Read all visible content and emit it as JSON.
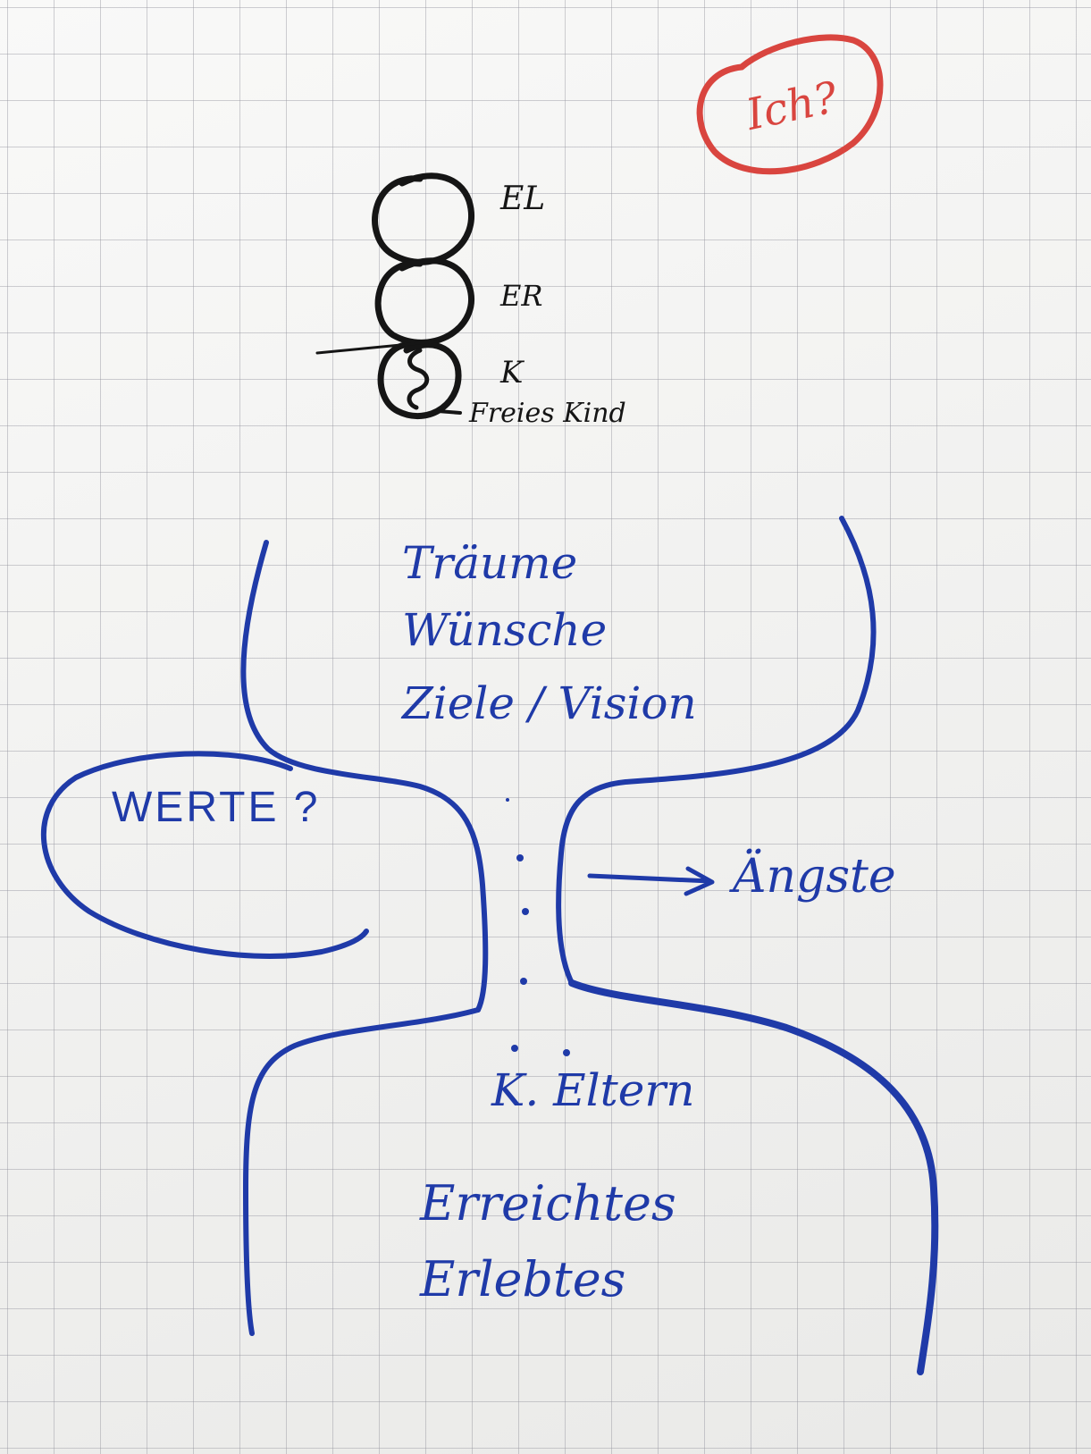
{
  "ink_colors": {
    "blue": "#1f3aa8",
    "black": "#151515",
    "red": "#d9453f"
  },
  "red_note": "Ich?",
  "ego_states": {
    "labels": [
      "EL",
      "ER",
      "K"
    ],
    "child_note": "Freies Kind"
  },
  "upper_list": [
    "Träume",
    "Wünsche",
    "Ziele / Vision"
  ],
  "values_label": "WERTE ?",
  "fears_label": "Ängste",
  "lower_list": [
    "K. Eltern",
    "Erreichtes",
    "Erlebtes"
  ]
}
